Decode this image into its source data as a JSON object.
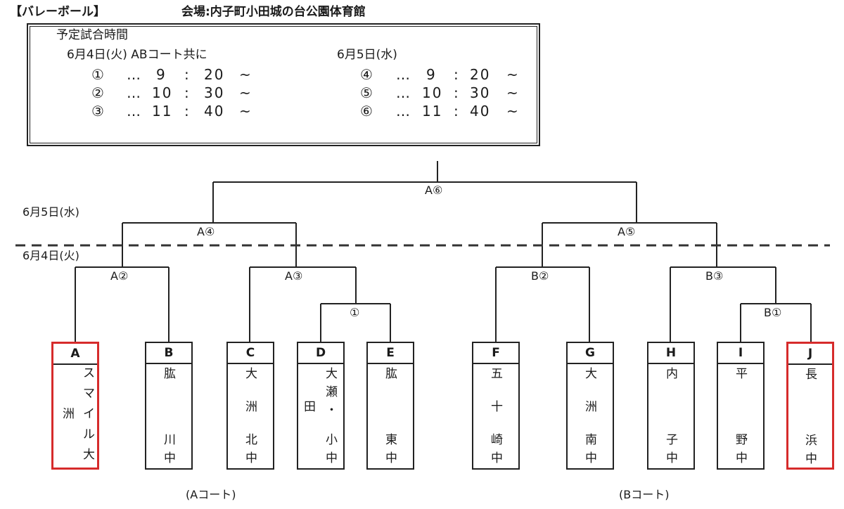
{
  "header": {
    "sport": "【バレーボール】",
    "venue": "会場:内子町小田城の台公園体育館"
  },
  "schedule": {
    "title": "予定試合時間",
    "day1": {
      "label": "6月4日(火) ABコート共に",
      "rows": [
        {
          "num": "①",
          "dots": "…",
          "h": "9",
          "sep": ":",
          "m": "20",
          "tilde": "~"
        },
        {
          "num": "②",
          "dots": "…",
          "h": "10",
          "sep": ":",
          "m": "30",
          "tilde": "~"
        },
        {
          "num": "③",
          "dots": "…",
          "h": "11",
          "sep": ":",
          "m": "40",
          "tilde": "~"
        }
      ]
    },
    "day2": {
      "label": "6月5日(水)",
      "rows": [
        {
          "num": "④",
          "dots": "…",
          "h": "9",
          "sep": ":",
          "m": "20",
          "tilde": "~"
        },
        {
          "num": "⑤",
          "dots": "…",
          "h": "10",
          "sep": ":",
          "m": "30",
          "tilde": "~"
        },
        {
          "num": "⑥",
          "dots": "…",
          "h": "11",
          "sep": ":",
          "m": "40",
          "tilde": "~"
        }
      ]
    }
  },
  "bracket": {
    "date_day2": "6月5日(水)",
    "date_day1": "6月4日(火)",
    "matches": {
      "final": "A⑥",
      "a4": "A④",
      "a5": "A⑤",
      "a2": "A②",
      "a3": "A③",
      "m1": "①",
      "b2": "B②",
      "b3": "B③",
      "b1": "B①"
    }
  },
  "teams": [
    {
      "code": "A",
      "name": "スマイル大洲",
      "highlight": true
    },
    {
      "code": "B",
      "name": "肱川中",
      "highlight": false
    },
    {
      "code": "C",
      "name": "大洲北中",
      "highlight": false
    },
    {
      "code": "D",
      "name": "大瀬・小田中",
      "highlight": false
    },
    {
      "code": "E",
      "name": "肱東中",
      "highlight": false
    },
    {
      "code": "F",
      "name": "五十崎中",
      "highlight": false
    },
    {
      "code": "G",
      "name": "大洲南中",
      "highlight": false
    },
    {
      "code": "H",
      "name": "内子中",
      "highlight": false
    },
    {
      "code": "I",
      "name": "平野中",
      "highlight": false
    },
    {
      "code": "J",
      "name": "長浜中",
      "highlight": true
    }
  ],
  "courts": {
    "a": "(Aコート)",
    "b": "(Bコート)"
  },
  "colors": {
    "highlight": "#d62b2b",
    "line": "#222222"
  }
}
